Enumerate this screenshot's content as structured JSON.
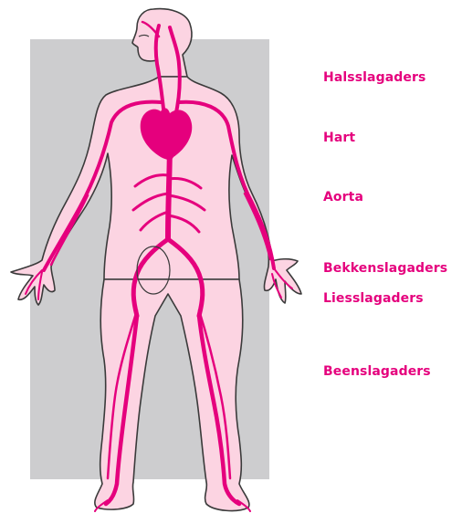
{
  "colors": {
    "background": "#ffffff",
    "panel": "#cdcdcf",
    "skin": "#fcd4e2",
    "outline": "#3a3a3a",
    "artery": "#e5007d",
    "heart": "#e5007d",
    "label_text": "#e5007d"
  },
  "labels": [
    {
      "key": "neck",
      "text": "Halsslagaders"
    },
    {
      "key": "heart",
      "text": "Hart"
    },
    {
      "key": "aorta",
      "text": "Aorta"
    },
    {
      "key": "pelvis",
      "text": "Bekkenslagaders"
    },
    {
      "key": "groin",
      "text": "Liesslagaders"
    },
    {
      "key": "leg",
      "text": "Beenslagaders"
    }
  ]
}
